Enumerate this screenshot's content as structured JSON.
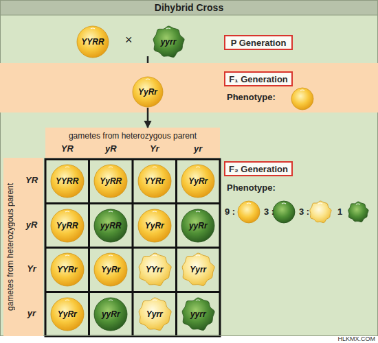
{
  "diagram": {
    "title": "Dihybrid Cross",
    "nodes": [
      {
        "text": [
          "YYRR"
        ]
      },
      {
        "text": [
          "yyrr"
        ]
      },
      {
        "text": [
          "P Generation"
        ]
      },
      {
        "text": [
          "Phenotype:"
        ]
      },
      {
        "text": [
          "YyRr"
        ],
        "in": 3
      },
      {
        "text": [
          "F₁ Generation"
        ],
        "in": 3
      },
      {
        "text": [
          "gametes from heterozygous parent",
          "YR",
          "yR",
          "Yr",
          "yr"
        ]
      },
      {
        "text": [
          "gametes from heterozygous parent",
          "YR",
          "yR",
          "Yr",
          "yr"
        ]
      },
      {
        "text": [
          "YYRR"
        ]
      },
      {
        "text": [
          "YyRR"
        ]
      },
      {
        "text": [
          "YYRr"
        ]
      },
      {
        "text": [
          "YyRr"
        ]
      },
      {
        "text": [
          "YyRR"
        ]
      },
      {
        "text": [
          "yyRR"
        ]
      },
      {
        "text": [
          "YyRr"
        ]
      },
      {
        "text": [
          "yyRr"
        ]
      },
      {
        "text": [
          "YYRr"
        ]
      },
      {
        "text": [
          "YyRr"
        ]
      },
      {
        "text": [
          "YYrr"
        ]
      },
      {
        "text": [
          "Yyrr"
        ]
      },
      {
        "text": [
          "YyRr"
        ]
      },
      {
        "text": [
          "yyRr"
        ]
      },
      {
        "text": [
          "Yyrr"
        ]
      },
      {
        "text": [
          "yyrr"
        ]
      },
      {
        "text": [
          "F₂ Generation"
        ]
      }
    ],
    "edges": [
      {
        "from": 4,
        "to": 6,
        "arrow": "to"
      }
    ],
    "labels": [
      "×",
      "Phenotype:",
      "9 :",
      "3 :",
      "3 :",
      "1",
      "HLKMX.COM"
    ]
  }
}
